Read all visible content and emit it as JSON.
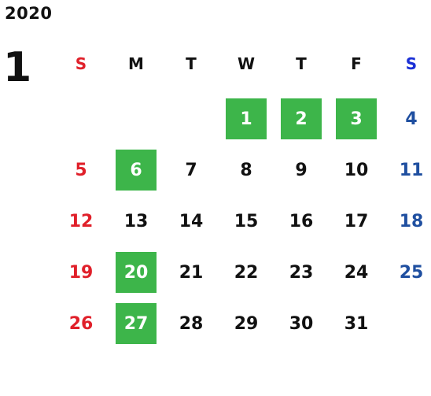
{
  "calendar": {
    "year": "2020",
    "month": "1",
    "weekdays": [
      "S",
      "M",
      "T",
      "W",
      "T",
      "F",
      "S"
    ],
    "weeks": [
      [
        "",
        "",
        "",
        "1",
        "2",
        "3",
        "4"
      ],
      [
        "5",
        "6",
        "7",
        "8",
        "9",
        "10",
        "11"
      ],
      [
        "12",
        "13",
        "14",
        "15",
        "16",
        "17",
        "18"
      ],
      [
        "19",
        "20",
        "21",
        "22",
        "23",
        "24",
        "25"
      ],
      [
        "26",
        "27",
        "28",
        "29",
        "30",
        "31",
        ""
      ]
    ],
    "highlighted_days": [
      "1",
      "2",
      "3",
      "6",
      "20",
      "27"
    ],
    "colors": {
      "sunday": "#e0202a",
      "saturday_number": "#1f4fa0",
      "saturday_header": "#1a2fd6",
      "highlight": "#3db54a",
      "default": "#111111"
    }
  }
}
